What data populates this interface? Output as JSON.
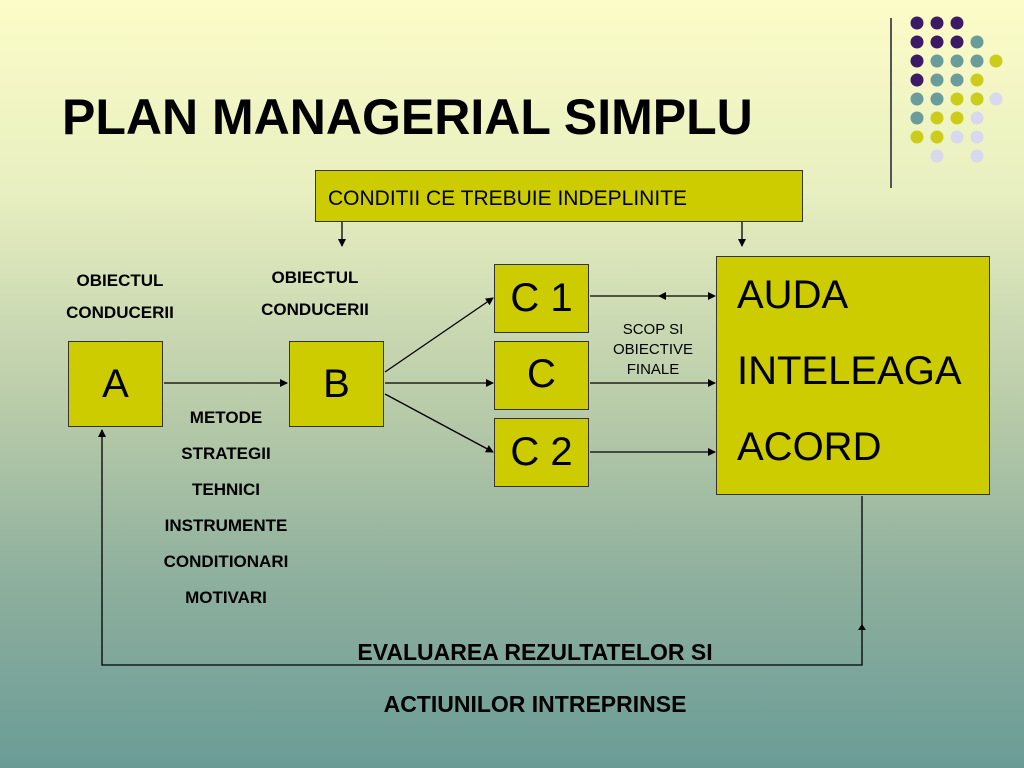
{
  "title": "PLAN MANAGERIAL SIMPLU",
  "conditions_label": "CONDITII CE TREBUIE INDEPLINITE",
  "left_object": {
    "line1": "OBIECTUL",
    "line2": "CONDUCERII",
    "box": "A"
  },
  "middle_object": {
    "line1": "OBIECTUL",
    "line2": "CONDUCERII",
    "box": "B"
  },
  "methods": [
    "METODE",
    "STRATEGII",
    "TEHNICI",
    "INSTRUMENTE",
    "CONDITIONARI",
    "MOTIVARI"
  ],
  "outputs": {
    "c1": "C 1",
    "c": "C",
    "c2": "C 2"
  },
  "goal_label": {
    "line1": "SCOP SI",
    "line2": "OBIECTIVE",
    "line3": "FINALE"
  },
  "result": {
    "line1": "AUDA",
    "line2": "INTELEAGA",
    "line3": "ACORD"
  },
  "evaluation": {
    "line1": "EVALUAREA REZULTATELOR SI",
    "line2": "ACTIUNILOR INTREPRINSE"
  },
  "colors": {
    "box_fill": "#cccc00",
    "dot_purple": "#3d1a66",
    "dot_teal": "#6a9c9c",
    "dot_yellow": "#cccc1a",
    "dot_lavender": "#d8d8ee"
  }
}
